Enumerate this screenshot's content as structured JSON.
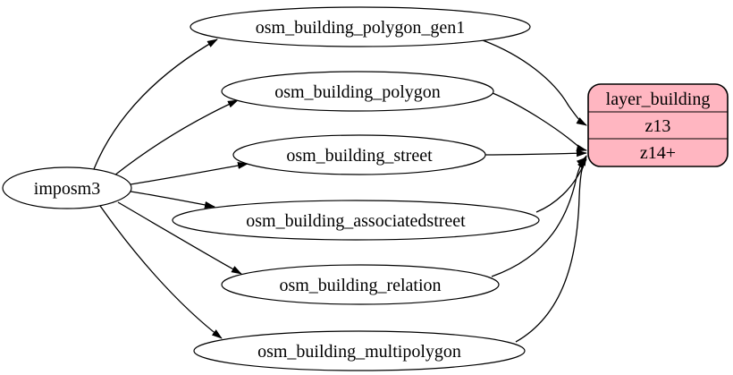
{
  "colors": {
    "background": "#ffffff",
    "edge": "#000000",
    "ellipse_fill": "#ffffff",
    "ellipse_stroke": "#000000",
    "layer_fill": "#ffb6c1",
    "layer_stroke": "#000000",
    "text": "#000000"
  },
  "nodes": {
    "source": {
      "label": "imposm3"
    },
    "tables": [
      {
        "label": "osm_building_polygon_gen1"
      },
      {
        "label": "osm_building_polygon"
      },
      {
        "label": "osm_building_street"
      },
      {
        "label": "osm_building_associatedstreet"
      },
      {
        "label": "osm_building_relation"
      },
      {
        "label": "osm_building_multipolygon"
      }
    ],
    "layer": {
      "title": "layer_building",
      "rows": [
        {
          "label": "z13"
        },
        {
          "label": "z14+"
        }
      ]
    }
  },
  "edges": [
    {
      "from": "imposm3",
      "to": "osm_building_polygon_gen1"
    },
    {
      "from": "imposm3",
      "to": "osm_building_polygon"
    },
    {
      "from": "imposm3",
      "to": "osm_building_street"
    },
    {
      "from": "imposm3",
      "to": "osm_building_associatedstreet"
    },
    {
      "from": "imposm3",
      "to": "osm_building_relation"
    },
    {
      "from": "imposm3",
      "to": "osm_building_multipolygon"
    },
    {
      "from": "osm_building_polygon_gen1",
      "to": "layer_building",
      "row": "z13"
    },
    {
      "from": "osm_building_polygon",
      "to": "layer_building",
      "row": "z14+"
    },
    {
      "from": "osm_building_street",
      "to": "layer_building",
      "row": "z14+"
    },
    {
      "from": "osm_building_associatedstreet",
      "to": "layer_building",
      "row": "z14+"
    },
    {
      "from": "osm_building_relation",
      "to": "layer_building",
      "row": "z14+"
    },
    {
      "from": "osm_building_multipolygon",
      "to": "layer_building",
      "row": "z14+"
    }
  ]
}
